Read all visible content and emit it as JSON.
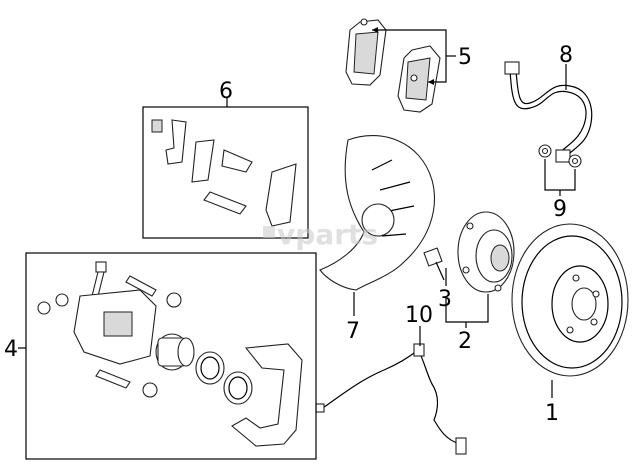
{
  "watermark": "vparts",
  "callouts": {
    "c1": "1",
    "c2": "2",
    "c3": "3",
    "c4": "4",
    "c5": "5",
    "c6": "6",
    "c7": "7",
    "c8": "8",
    "c9": "9",
    "c10": "10"
  },
  "parts": [
    {
      "id": "1",
      "name": "rotor"
    },
    {
      "id": "2",
      "name": "hub"
    },
    {
      "id": "3",
      "name": "hub-bolt"
    },
    {
      "id": "4",
      "name": "caliper-assembly"
    },
    {
      "id": "5",
      "name": "brake-pads"
    },
    {
      "id": "6",
      "name": "hardware-kit"
    },
    {
      "id": "7",
      "name": "splash-shield"
    },
    {
      "id": "8",
      "name": "brake-hose"
    },
    {
      "id": "9",
      "name": "hose-washers"
    },
    {
      "id": "10",
      "name": "abs-sensor"
    }
  ]
}
